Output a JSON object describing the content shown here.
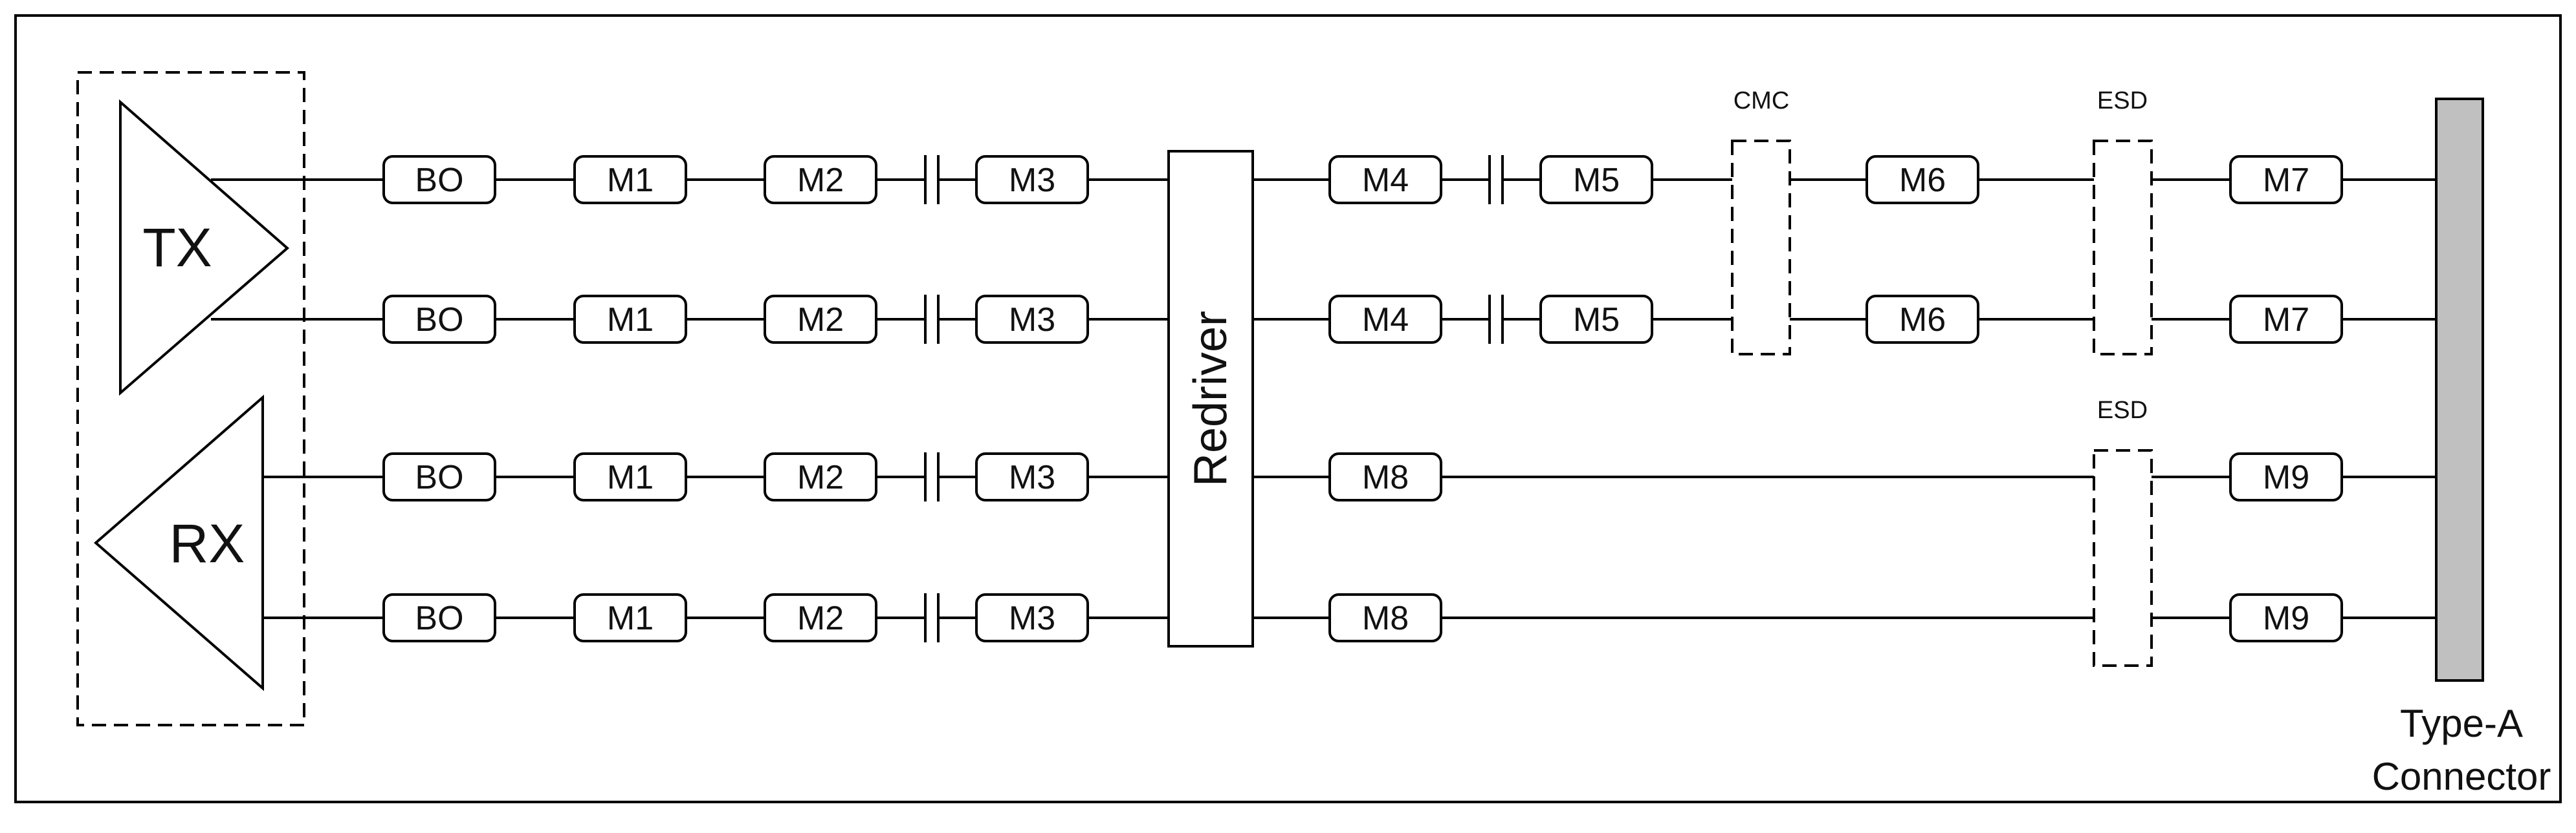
{
  "transceiver": {
    "tx_label": "TX",
    "rx_label": "RX"
  },
  "redriver_label": "Redriver",
  "connector_label": [
    "Type-A",
    "Connector"
  ],
  "cmc_label": "CMC",
  "esd_label_top": "ESD",
  "esd_label_bottom": "ESD",
  "lanes": [
    {
      "left": [
        "BO",
        "M1",
        "M2",
        "M3"
      ],
      "right": [
        "M4",
        "M5",
        "M6",
        "M7"
      ]
    },
    {
      "left": [
        "BO",
        "M1",
        "M2",
        "M3"
      ],
      "right": [
        "M4",
        "M5",
        "M6",
        "M7"
      ]
    },
    {
      "left": [
        "BO",
        "M1",
        "M2",
        "M3"
      ],
      "right": [
        "M8",
        "M9"
      ]
    },
    {
      "left": [
        "BO",
        "M1",
        "M2",
        "M3"
      ],
      "right": [
        "M8",
        "M9"
      ]
    }
  ]
}
